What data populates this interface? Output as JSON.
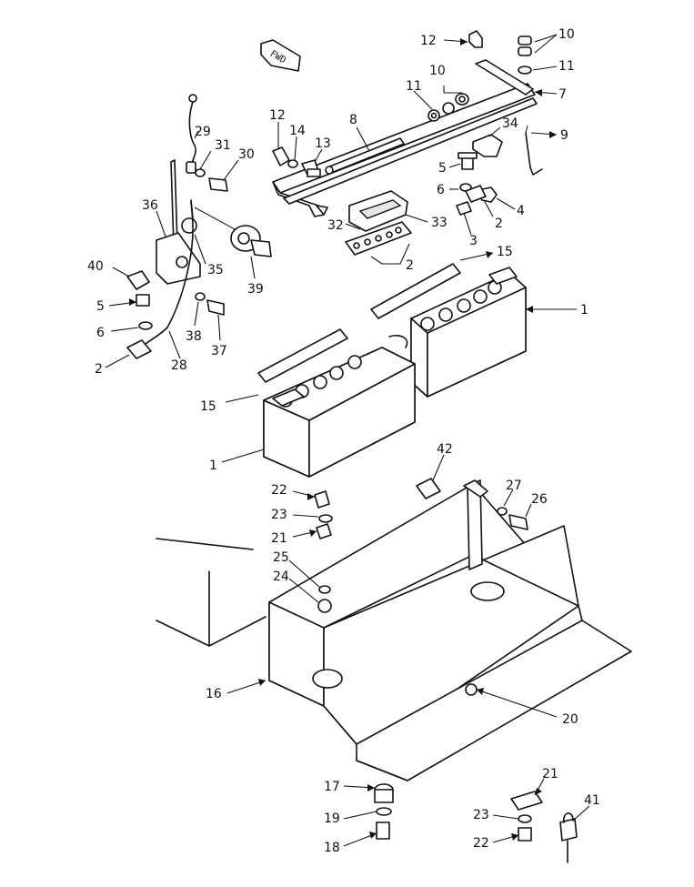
{
  "diagram": {
    "fwd_label": "FWD",
    "callouts": [
      {
        "id": "c12a",
        "text": "12"
      },
      {
        "id": "c10a",
        "text": "10"
      },
      {
        "id": "c11a",
        "text": "11"
      },
      {
        "id": "c7",
        "text": "7"
      },
      {
        "id": "c10b",
        "text": "10"
      },
      {
        "id": "c11b",
        "text": "11"
      },
      {
        "id": "c12b",
        "text": "12"
      },
      {
        "id": "c14",
        "text": "14"
      },
      {
        "id": "c13",
        "text": "13"
      },
      {
        "id": "c8",
        "text": "8"
      },
      {
        "id": "c34",
        "text": "34"
      },
      {
        "id": "c9",
        "text": "9"
      },
      {
        "id": "c5a",
        "text": "5"
      },
      {
        "id": "c6a",
        "text": "6"
      },
      {
        "id": "c4",
        "text": "4"
      },
      {
        "id": "c2a",
        "text": "2"
      },
      {
        "id": "c3",
        "text": "3"
      },
      {
        "id": "c33",
        "text": "33"
      },
      {
        "id": "c32",
        "text": "32"
      },
      {
        "id": "c2b",
        "text": "2"
      },
      {
        "id": "c29",
        "text": "29"
      },
      {
        "id": "c31",
        "text": "31"
      },
      {
        "id": "c30",
        "text": "30"
      },
      {
        "id": "c36",
        "text": "36"
      },
      {
        "id": "c35",
        "text": "35"
      },
      {
        "id": "c39",
        "text": "39"
      },
      {
        "id": "c40",
        "text": "40"
      },
      {
        "id": "c5b",
        "text": "5"
      },
      {
        "id": "c6b",
        "text": "6"
      },
      {
        "id": "c2c",
        "text": "2"
      },
      {
        "id": "c28",
        "text": "28"
      },
      {
        "id": "c38",
        "text": "38"
      },
      {
        "id": "c37",
        "text": "37"
      },
      {
        "id": "c15a",
        "text": "15"
      },
      {
        "id": "c1a",
        "text": "1"
      },
      {
        "id": "c15b",
        "text": "15"
      },
      {
        "id": "c1b",
        "text": "1"
      },
      {
        "id": "c42",
        "text": "42"
      },
      {
        "id": "c22a",
        "text": "22"
      },
      {
        "id": "c23a",
        "text": "23"
      },
      {
        "id": "c21a",
        "text": "21"
      },
      {
        "id": "c25",
        "text": "25"
      },
      {
        "id": "c24",
        "text": "24"
      },
      {
        "id": "c27",
        "text": "27"
      },
      {
        "id": "c26",
        "text": "26"
      },
      {
        "id": "c16",
        "text": "16"
      },
      {
        "id": "c20",
        "text": "20"
      },
      {
        "id": "c17",
        "text": "17"
      },
      {
        "id": "c19",
        "text": "19"
      },
      {
        "id": "c18",
        "text": "18"
      },
      {
        "id": "c21b",
        "text": "21"
      },
      {
        "id": "c41",
        "text": "41"
      },
      {
        "id": "c23b",
        "text": "23"
      },
      {
        "id": "c22b",
        "text": "22"
      }
    ]
  }
}
